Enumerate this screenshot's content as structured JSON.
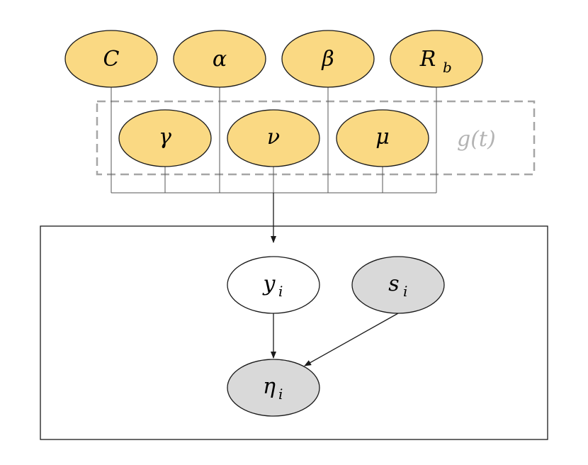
{
  "nodes": {
    "C": {
      "symbol": "C",
      "subscript": "",
      "color": "#fad983"
    },
    "alpha": {
      "symbol": "α",
      "subscript": "",
      "color": "#fad983"
    },
    "beta": {
      "symbol": "β",
      "subscript": "",
      "color": "#fad983"
    },
    "R_b": {
      "symbol": "R",
      "subscript": "b",
      "color": "#fad983"
    },
    "gamma": {
      "symbol": "γ",
      "subscript": "",
      "color": "#fad983"
    },
    "nu": {
      "symbol": "ν",
      "subscript": "",
      "color": "#fad983"
    },
    "mu": {
      "symbol": "μ",
      "subscript": "",
      "color": "#fad983"
    },
    "y_i": {
      "symbol": "y",
      "subscript": "i",
      "color": "#ffffff"
    },
    "s_i": {
      "symbol": "s",
      "subscript": "i",
      "color": "#d9d9d9"
    },
    "eta_i": {
      "symbol": "η",
      "subscript": "i",
      "color": "#d9d9d9"
    }
  },
  "group_label": "g(t)",
  "edges": [
    {
      "from": "C",
      "to": "y_i"
    },
    {
      "from": "alpha",
      "to": "y_i"
    },
    {
      "from": "beta",
      "to": "y_i"
    },
    {
      "from": "R_b",
      "to": "y_i"
    },
    {
      "from": "gamma",
      "to": "y_i"
    },
    {
      "from": "nu",
      "to": "y_i"
    },
    {
      "from": "mu",
      "to": "y_i"
    },
    {
      "from": "y_i",
      "to": "eta_i"
    },
    {
      "from": "s_i",
      "to": "eta_i"
    }
  ]
}
